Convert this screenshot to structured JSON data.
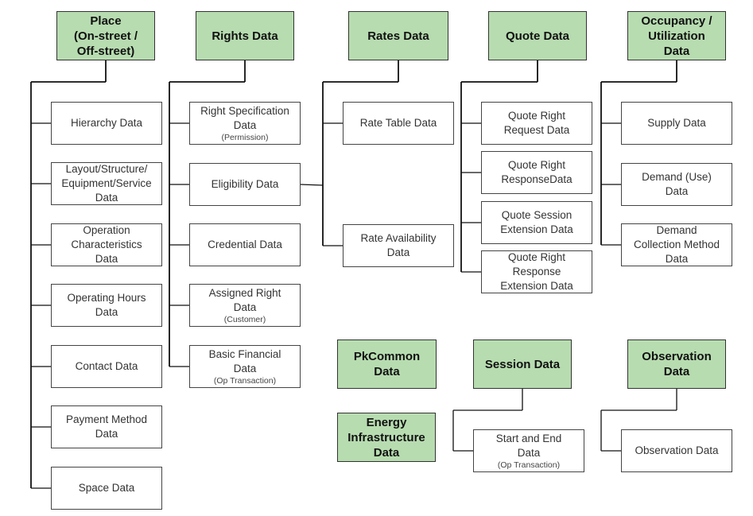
{
  "groups": [
    {
      "id": "place",
      "title": "Place\n(On-street /\nOff-street)",
      "children": [
        {
          "label": "Hierarchy Data"
        },
        {
          "label": "Layout/Structure/\nEquipment/Service\nData"
        },
        {
          "label": "Operation\nCharacteristics\nData"
        },
        {
          "label": "Operating Hours\nData"
        },
        {
          "label": "Contact Data"
        },
        {
          "label": "Payment Method\nData"
        },
        {
          "label": "Space Data"
        }
      ]
    },
    {
      "id": "rights",
      "title": "Rights Data",
      "children": [
        {
          "label": "Right Specification\nData",
          "sub": "(Permission)"
        },
        {
          "label": "Eligibility Data"
        },
        {
          "label": "Credential Data"
        },
        {
          "label": "Assigned Right\nData",
          "sub": "(Customer)"
        },
        {
          "label": "Basic Financial\nData",
          "sub": "(Op Transaction)"
        }
      ]
    },
    {
      "id": "rates",
      "title": "Rates Data",
      "children": [
        {
          "label": "Rate Table Data"
        },
        {
          "label": "Rate Availability\nData"
        }
      ]
    },
    {
      "id": "quote",
      "title": "Quote Data",
      "children": [
        {
          "label": "Quote Right\nRequest Data"
        },
        {
          "label": "Quote Right\nResponseData"
        },
        {
          "label": "Quote Session\nExtension Data"
        },
        {
          "label": "Quote Right\nResponse\nExtension Data"
        }
      ]
    },
    {
      "id": "occupancy",
      "title": "Occupancy /\nUtilization\nData",
      "children": [
        {
          "label": "Supply Data"
        },
        {
          "label": "Demand (Use)\nData"
        },
        {
          "label": "Demand\nCollection Method\nData"
        }
      ]
    },
    {
      "id": "pkcommon",
      "title": "PkCommon\nData",
      "children": []
    },
    {
      "id": "energy",
      "title": "Energy\nInfrastructure\nData",
      "children": []
    },
    {
      "id": "session",
      "title": "Session Data",
      "children": [
        {
          "label": "Start and End\nData",
          "sub": "(Op Transaction)"
        }
      ]
    },
    {
      "id": "observation",
      "title": "Observation\nData",
      "children": [
        {
          "label": "Observation Data"
        }
      ]
    }
  ]
}
